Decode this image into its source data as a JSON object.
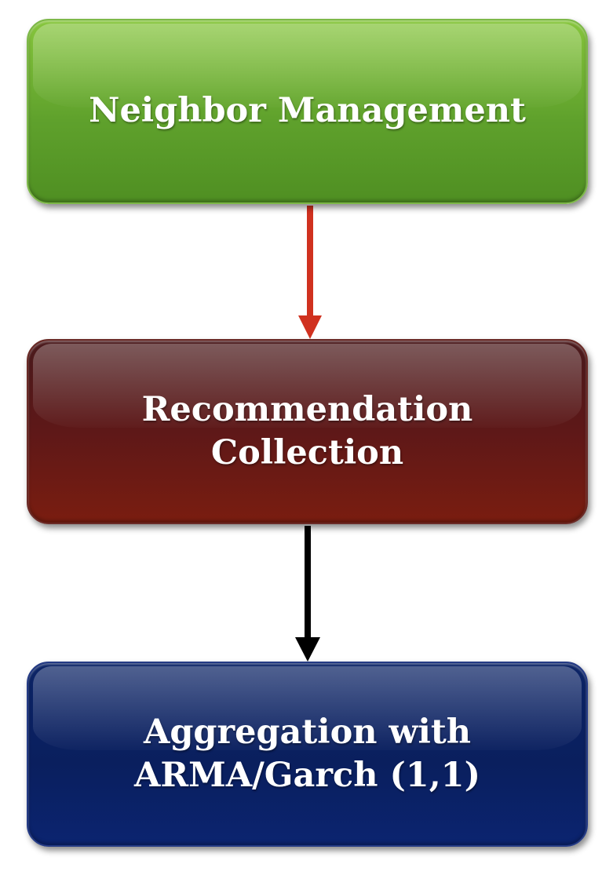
{
  "diagram": {
    "boxes": [
      {
        "lines": [
          "Neighbor Management"
        ]
      },
      {
        "lines": [
          "Recommendation",
          "Collection"
        ]
      },
      {
        "lines": [
          "Aggregation with",
          "ARMA/Garch (1,1)"
        ]
      }
    ],
    "arrows": [
      {
        "from": "box-1",
        "to": "box-2",
        "color": "#d0311f"
      },
      {
        "from": "box-2",
        "to": "box-3",
        "color": "#000000"
      }
    ]
  }
}
